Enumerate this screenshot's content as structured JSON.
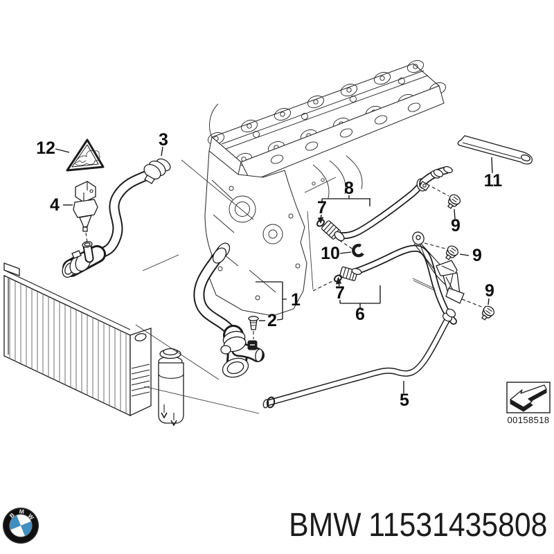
{
  "diagram": {
    "description": "BMW cooling system water hoses exploded parts diagram",
    "callouts": {
      "n1": "1",
      "n2": "2",
      "n3": "3",
      "n4": "4",
      "n5": "5",
      "n6": "6",
      "n7a": "7",
      "n7b": "7",
      "n8": "8",
      "n9a": "9",
      "n9b": "9",
      "n9c": "9",
      "n10": "10",
      "n11": "11",
      "n12": "12"
    },
    "plate_code": "00158518",
    "colors": {
      "line": "#1b1b1b",
      "background": "#ffffff"
    }
  },
  "footer": {
    "brand": "BMW",
    "part_number": "11531435808",
    "logo_letters": {
      "b": "B",
      "m": "M",
      "w": "W"
    },
    "logo_blue": "#3f8fc0"
  }
}
